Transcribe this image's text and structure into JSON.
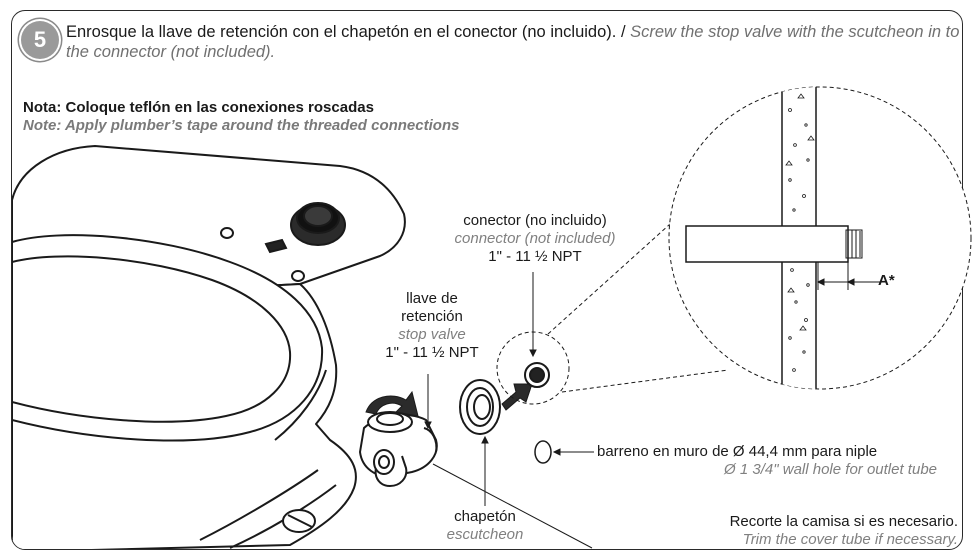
{
  "step": {
    "number": "5",
    "instruction_es": "Enrosque la llave de retención con el chapetón en el conector (no incluido).",
    "separator": " / ",
    "instruction_en": "Screw the stop valve with the scutcheon in to the connector (not included)."
  },
  "note": {
    "es": "Nota: Coloque teflón en las conexiones roscadas",
    "en": "Note: Apply plumber’s tape around the threaded connections"
  },
  "labels": {
    "connector": {
      "es": "conector (no incluido)",
      "en": "connector (not included)",
      "spec": "1\" - 11 ½ NPT"
    },
    "stop_valve": {
      "es_line1": "llave de",
      "es_line2": "retención",
      "en": "stop valve",
      "spec": "1\" - 11 ½ NPT"
    },
    "escutcheon": {
      "es": "chapetón",
      "en": "escutcheon"
    },
    "wall_hole": {
      "es": "barreno en muro de Ø 44,4 mm para niple",
      "en": "Ø 1 3/4\" wall hole for outlet tube"
    },
    "trim": {
      "es": "Recorte la camisa si es necesario.",
      "en": "Trim the cover tube if necessary."
    },
    "dimension": "A*"
  },
  "colors": {
    "step_badge": "#9a9a9a",
    "english_text": "#7a7a7a",
    "outline": "#1a1a1a"
  }
}
